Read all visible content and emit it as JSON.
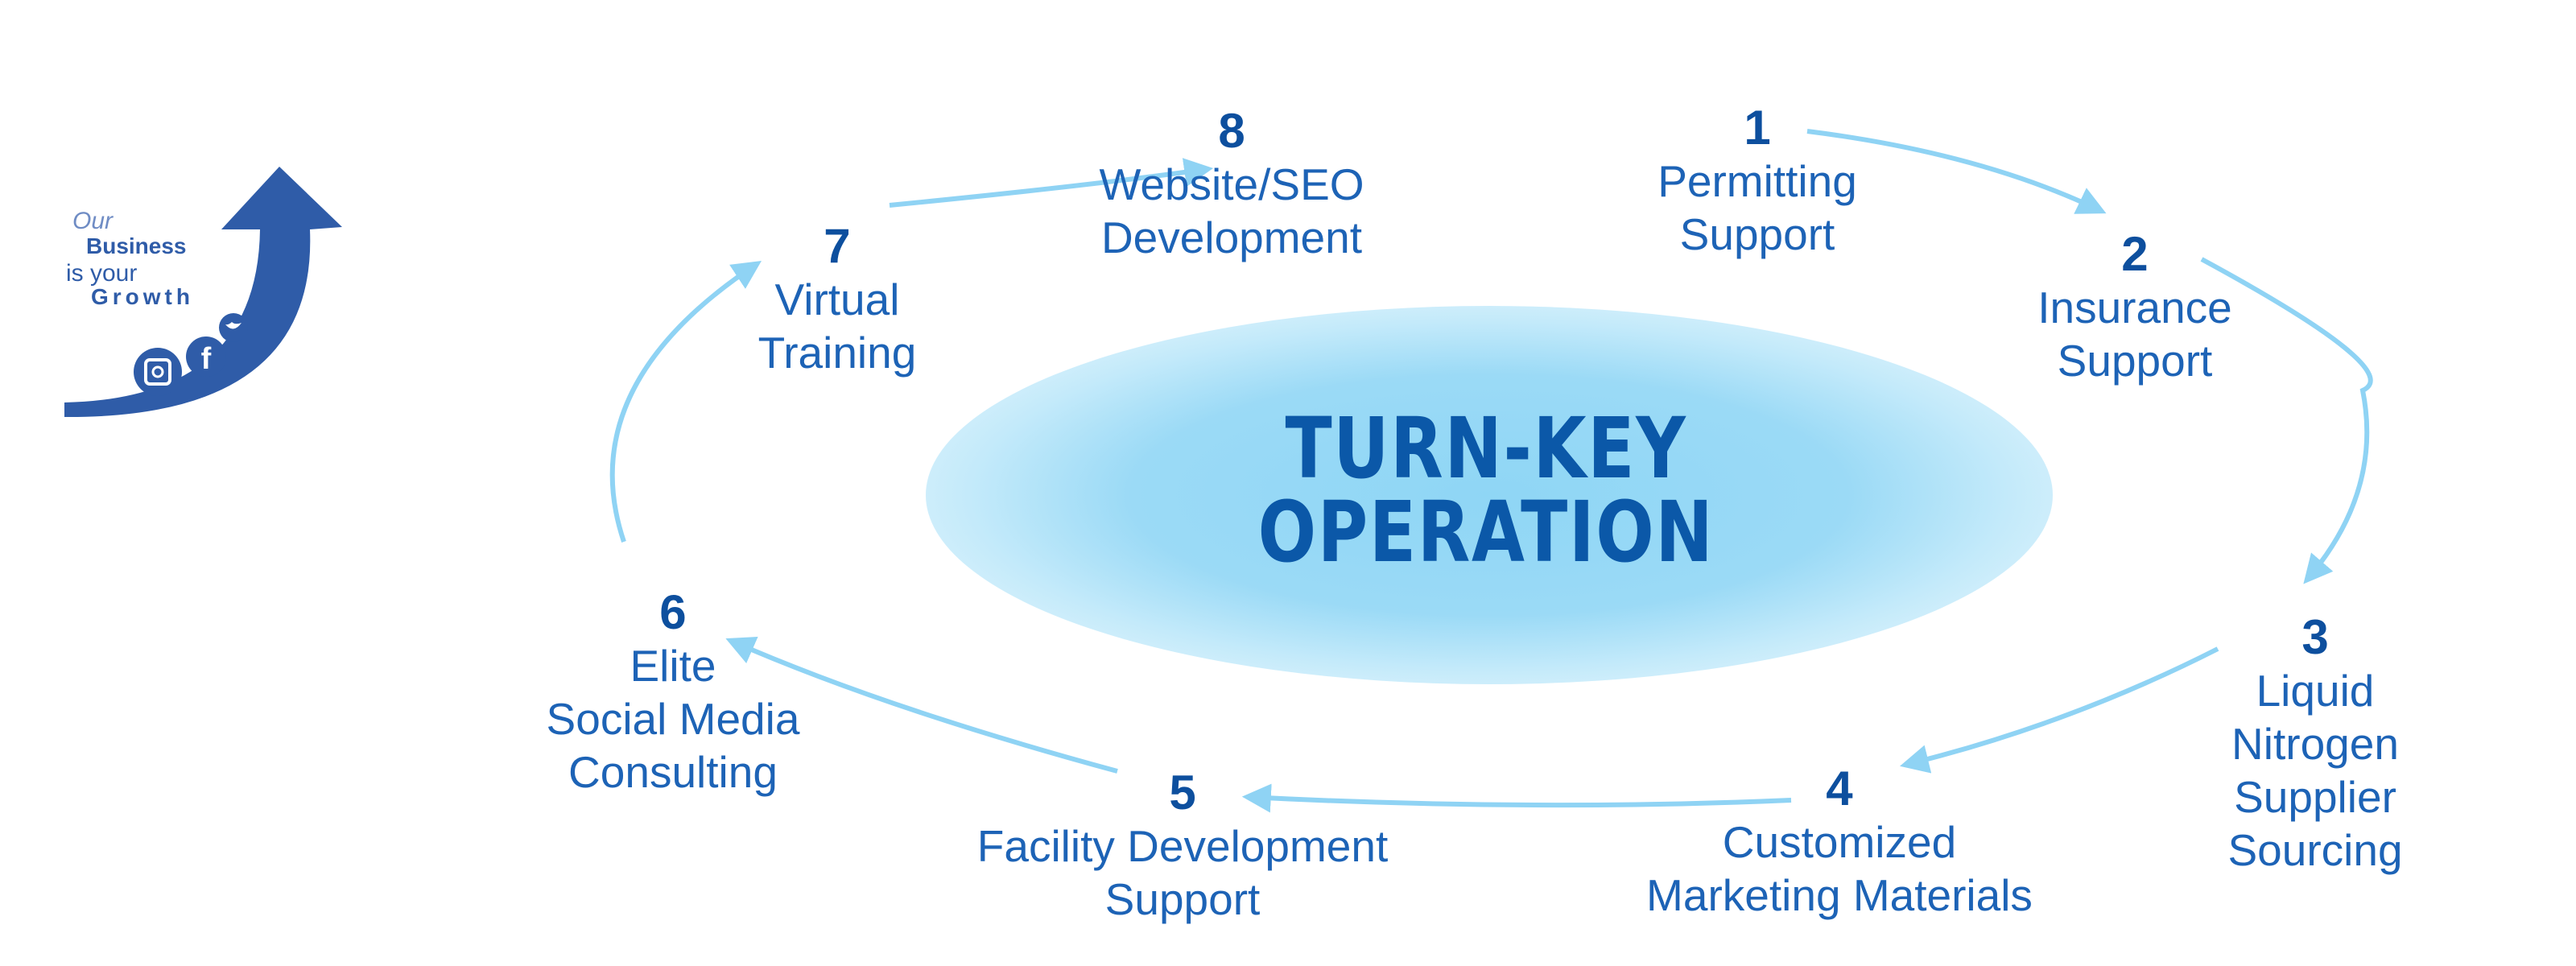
{
  "center": {
    "line1": "TURN-KEY",
    "line2": "OPERATION"
  },
  "steps": [
    {
      "number": "1",
      "label": "Permitting\nSupport"
    },
    {
      "number": "2",
      "label": "Insurance\nSupport"
    },
    {
      "number": "3",
      "label": "Liquid\nNitrogen Supplier\nSourcing"
    },
    {
      "number": "4",
      "label": "Customized\nMarketing Materials"
    },
    {
      "number": "5",
      "label": "Facility Development\nSupport"
    },
    {
      "number": "6",
      "label": "Elite\nSocial Media\nConsulting"
    },
    {
      "number": "7",
      "label": "Virtual\nTraining"
    },
    {
      "number": "8",
      "label": "Website/SEO\nDevelopment"
    }
  ],
  "logo": {
    "our": "Our",
    "business": "Business",
    "is_your": "is your",
    "growth": "Growth",
    "icons": [
      "instagram-icon",
      "facebook-icon",
      "twitter-icon"
    ]
  },
  "colors": {
    "arrow": "#8fd3f4",
    "text": "#1d63b6",
    "logo": "#2f5ca8",
    "title": "#0b58a8"
  }
}
